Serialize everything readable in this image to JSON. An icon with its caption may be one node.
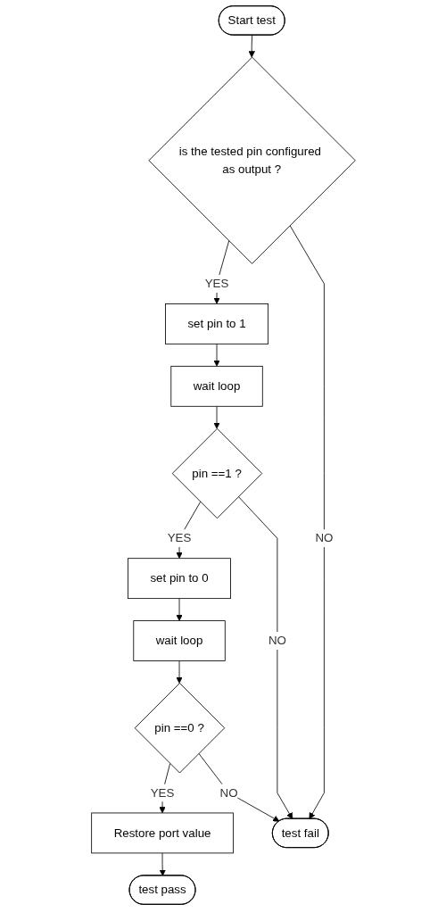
{
  "diagram": {
    "nodes": [
      {
        "text": [
          "Start test"
        ]
      },
      {
        "text": [
          "is the tested pin configured as output ?"
        ]
      },
      {
        "text": [
          "set pin to 1"
        ]
      },
      {
        "text": [
          "wait loop"
        ]
      },
      {
        "text": [
          "pin ==1 ?"
        ]
      },
      {
        "text": [
          "set pin to 0"
        ]
      },
      {
        "text": [
          "wait loop"
        ]
      },
      {
        "text": [
          "pin ==0 ?"
        ]
      },
      {
        "text": [
          "Restore port value"
        ]
      },
      {
        "text": [
          "test pass"
        ]
      },
      {
        "text": [
          "test fail"
        ]
      }
    ],
    "edges": [
      {
        "from": 0,
        "to": 1,
        "arrow": "to"
      },
      {
        "from": 1,
        "to": 2,
        "arrow": "to",
        "label": "YES"
      },
      {
        "from": 1,
        "to": 10,
        "arrow": "to",
        "label": "NO"
      },
      {
        "from": 2,
        "to": 3,
        "arrow": "to"
      },
      {
        "from": 3,
        "to": 4,
        "arrow": "to"
      },
      {
        "from": 4,
        "to": 5,
        "arrow": "to",
        "label": "YES"
      },
      {
        "from": 4,
        "to": 10,
        "arrow": "to",
        "label": "NO"
      },
      {
        "from": 5,
        "to": 6,
        "arrow": "to"
      },
      {
        "from": 6,
        "to": 7,
        "arrow": "to"
      },
      {
        "from": 7,
        "to": 8,
        "arrow": "to",
        "label": "YES"
      },
      {
        "from": 7,
        "to": 10,
        "arrow": "to",
        "label": "NO"
      },
      {
        "from": 8,
        "to": 9,
        "arrow": "to"
      }
    ]
  }
}
